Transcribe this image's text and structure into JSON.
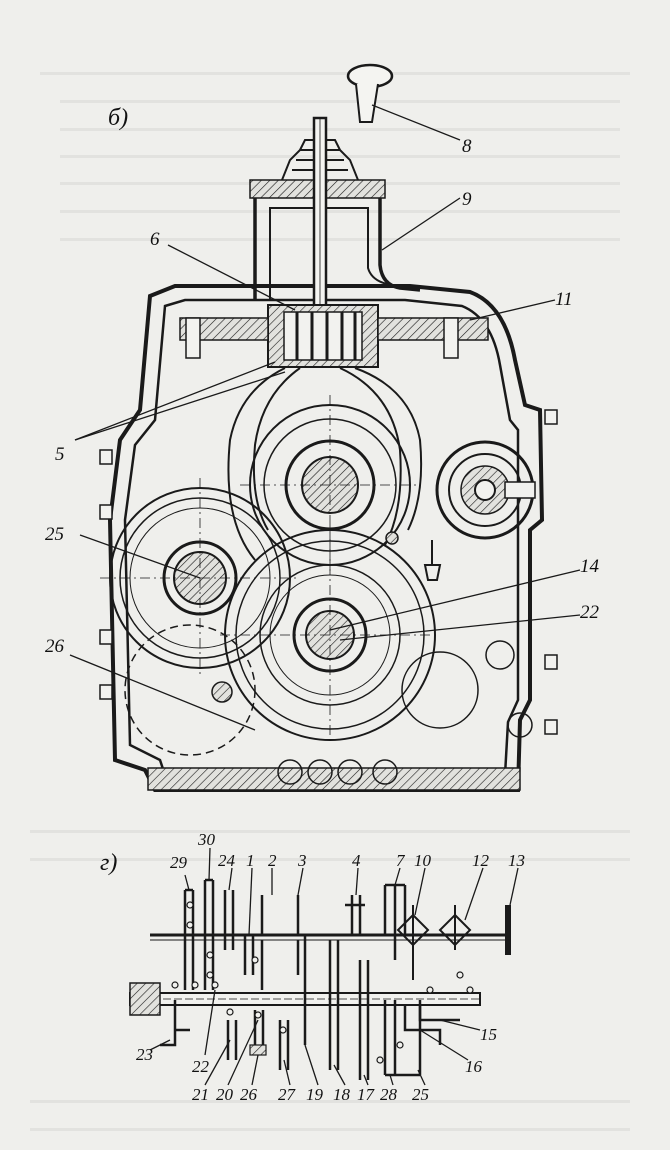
{
  "upper_view": {
    "view_letter": "б)",
    "callouts": [
      "8",
      "9",
      "6",
      "11",
      "5",
      "25",
      "14",
      "22",
      "26"
    ]
  },
  "lower_view": {
    "view_letter": "г)",
    "top_labels": [
      "29",
      "30",
      "24",
      "1",
      "2",
      "3",
      "4",
      "7",
      "10",
      "12",
      "13"
    ],
    "right_labels": [
      "15",
      "16"
    ],
    "left_label": "23",
    "bottom_labels": [
      "22",
      "21",
      "20",
      "26",
      "27",
      "19",
      "18",
      "17",
      "28",
      "25"
    ]
  },
  "colors": {
    "ink": "#1a1a1a",
    "paper": "#efefec",
    "bleed_text": "#c9c9c5"
  }
}
